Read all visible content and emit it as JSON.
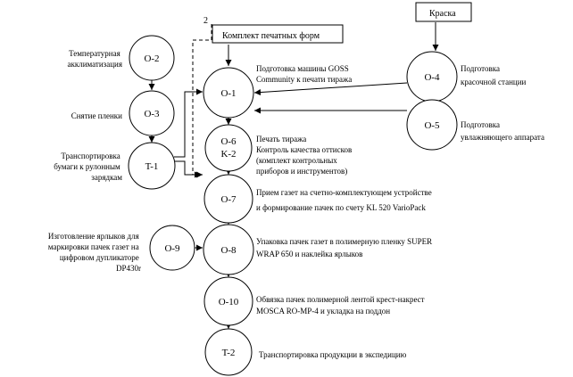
{
  "nodes": {
    "o2": "O-2",
    "o3": "O-3",
    "t1": "T-1",
    "o1": "O-1",
    "o6": "O-6",
    "k2": "K-2",
    "o7": "O-7",
    "o8": "O-8",
    "o9": "O-9",
    "o10": "O-10",
    "t2": "T-2",
    "o4": "O-4",
    "o5": "O-5"
  },
  "boxes": {
    "forms": "Комплект печатных форм",
    "paint": "Краска"
  },
  "marker": "2",
  "labels": {
    "o2": [
      "Температурная",
      "акклиматизация"
    ],
    "o3": [
      "Снятие пленки"
    ],
    "t1": [
      "Транспортировка",
      "бумаги к рулонным",
      "зарядкам"
    ],
    "o1": [
      "Подготовка машины GOSS",
      "Community к печати тиража"
    ],
    "o6": [
      "Печать тиража",
      "Контроль качества оттисков",
      "(комплект контрольных",
      "приборов и инструментов)"
    ],
    "o7": [
      "Прием газет на счетно-комплектующем устройстве",
      "и формирование пачек по счету KL 520 VarioPack"
    ],
    "o8": [
      "Упаковка пачек газет в полимерную пленку SUPER",
      "WRAP 650 и наклейка ярлыков"
    ],
    "o9": [
      "Изготовление ярлыков для",
      "маркировки пачек газет на",
      "цифровом дупликаторе",
      "DP430r"
    ],
    "o10": [
      "Обвязка пачек полимерной лентой крест-накрест",
      "MOSCA RO-MP-4 и укладка на поддон"
    ],
    "t2": [
      "Транспортировка продукции в экспедицию"
    ],
    "o4": [
      "Подготовка",
      "красочной станции"
    ],
    "o5": [
      "Подготовка",
      "увлажняющего аппарата"
    ]
  }
}
